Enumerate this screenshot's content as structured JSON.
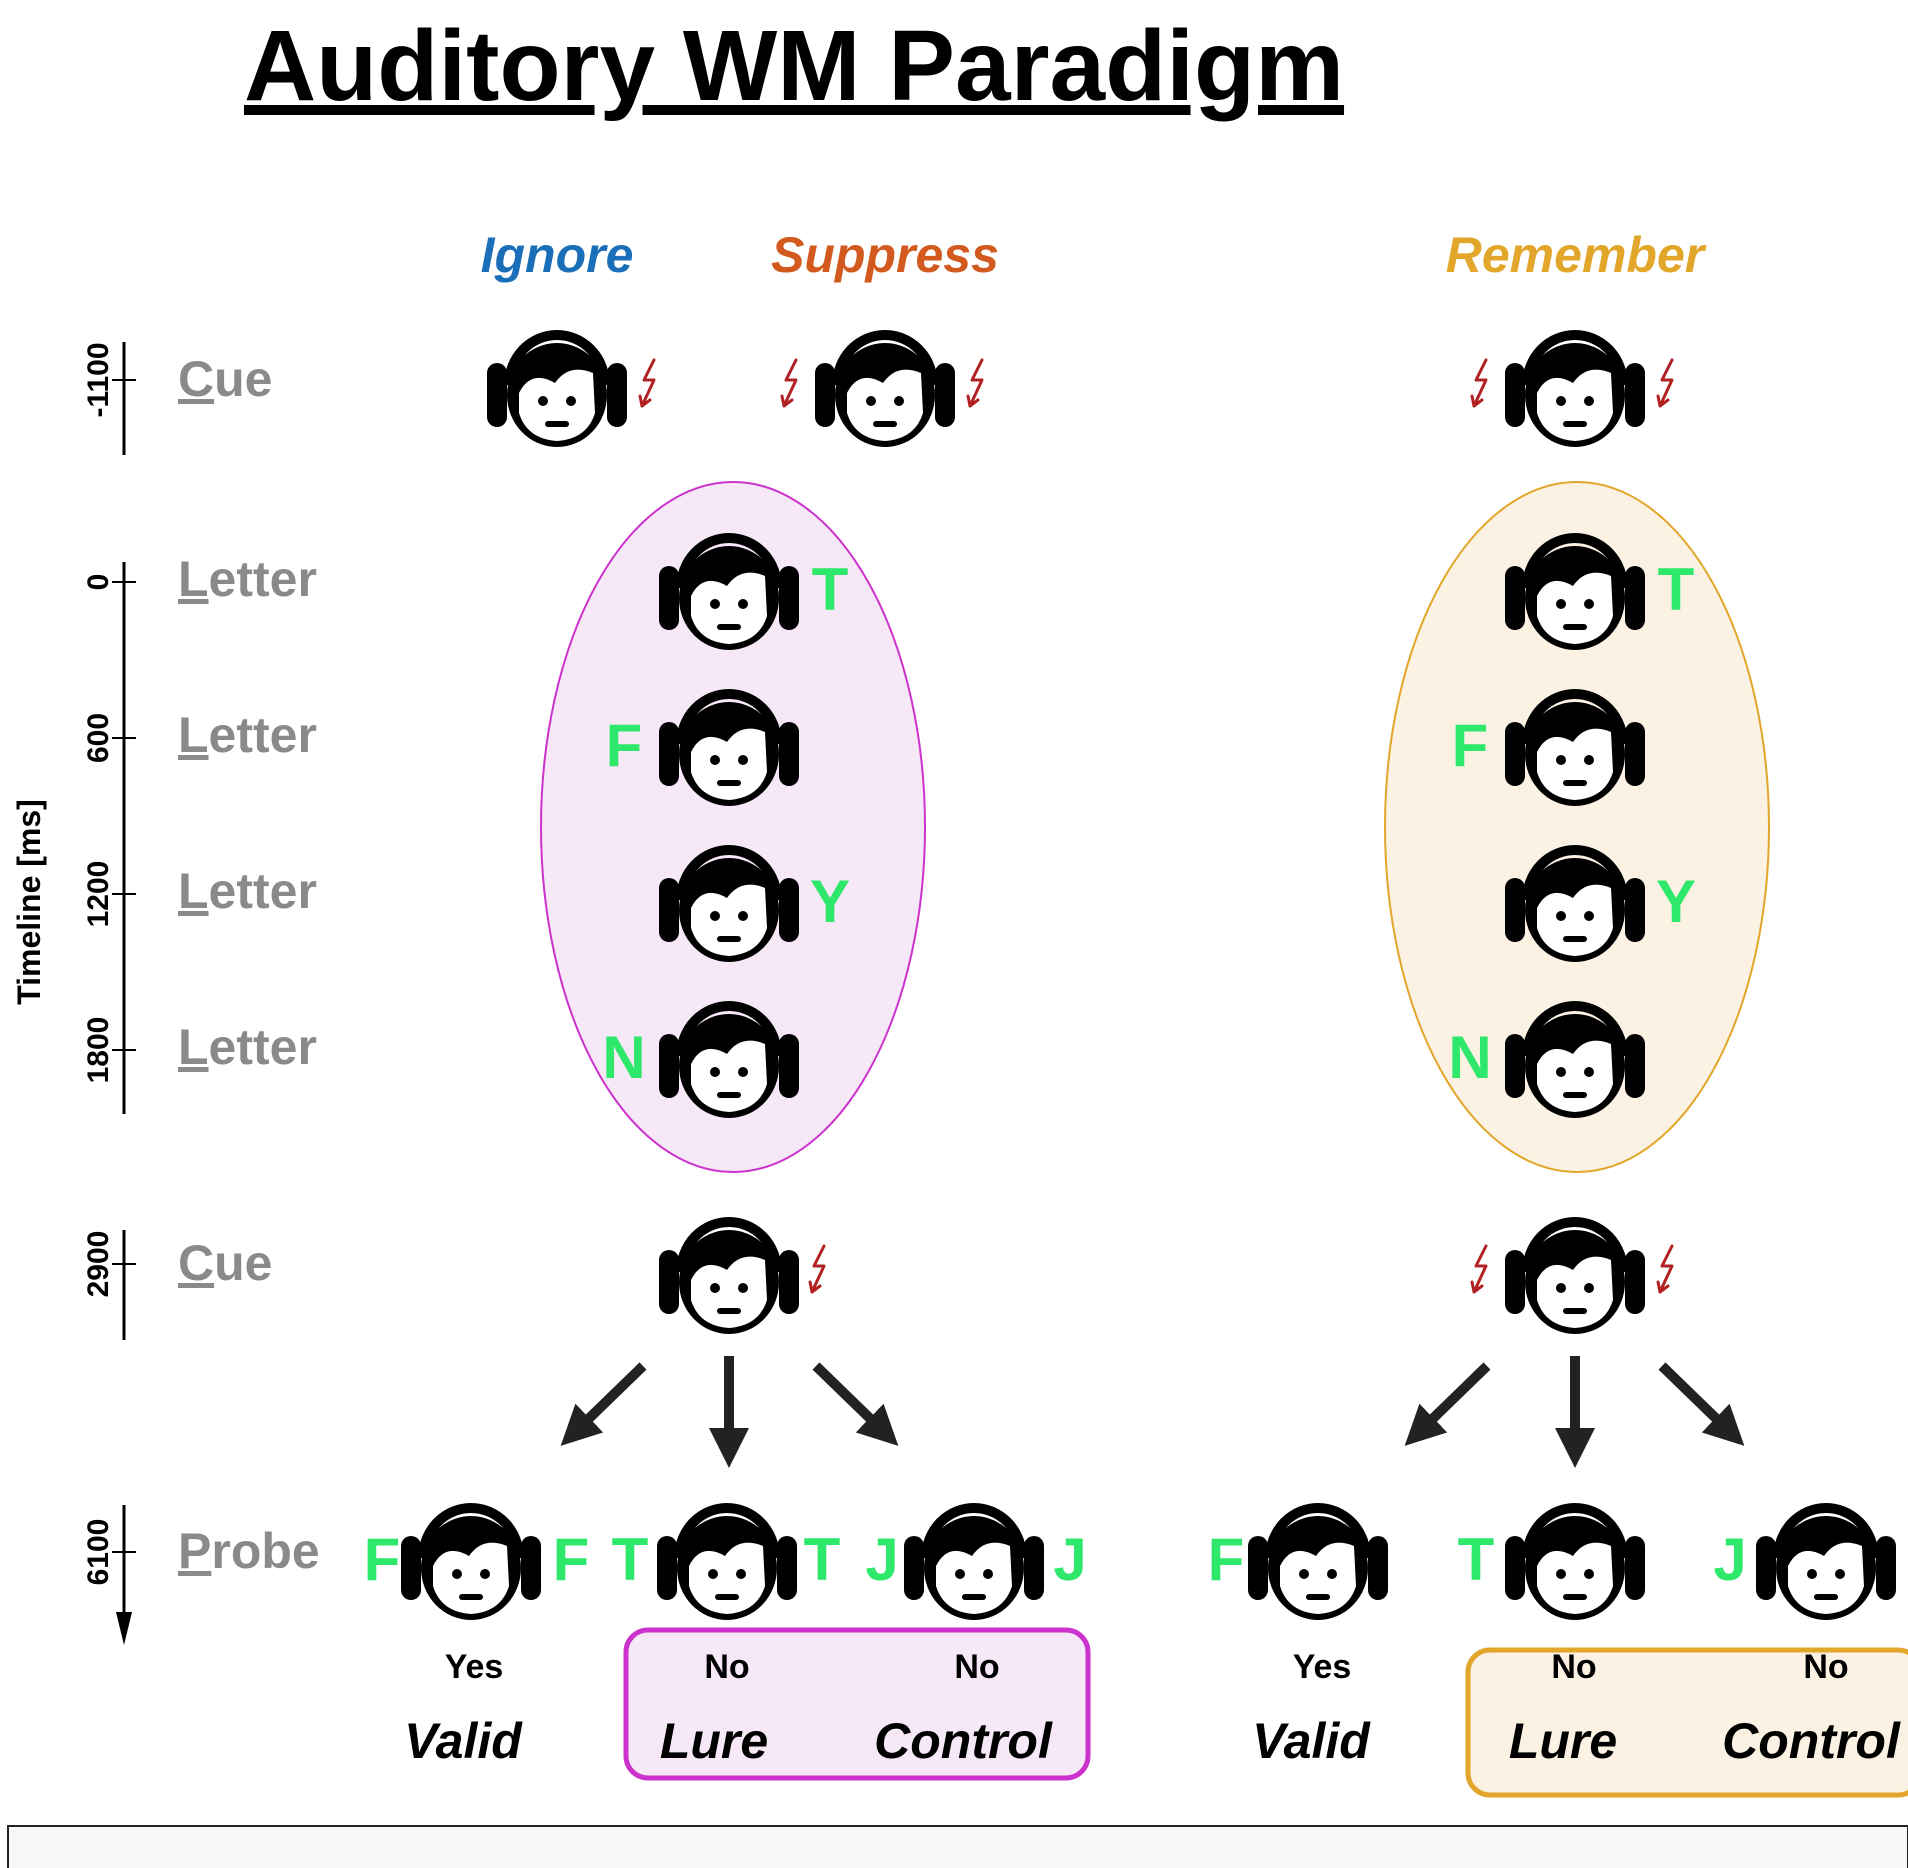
{
  "title": "Auditory WM Paradigm",
  "colors": {
    "ignore": "#1b6fb8",
    "suppress": "#d35a1e",
    "remember": "#e2a62a",
    "letter": "#2ee86b",
    "cue_bolt": "#b22222",
    "row_label": "#8a8a8a",
    "ignore_box_border": "#cc33cc",
    "ignore_box_fill": "#f7e8f7",
    "remember_box_border": "#e2a62a",
    "remember_box_fill": "#fbf2e4"
  },
  "conditions": {
    "ignore": "Ignore",
    "suppress": "Suppress",
    "remember": "Remember"
  },
  "axis": {
    "label": "Timeline [ms]",
    "ticks": [
      "-1100",
      "0",
      "600",
      "1200",
      "1800",
      "2900",
      "6100"
    ]
  },
  "rows": {
    "cue1": {
      "first": "C",
      "rest": "ue"
    },
    "letter1": {
      "first": "L",
      "rest": "etter"
    },
    "letter2": {
      "first": "L",
      "rest": "etter"
    },
    "letter3": {
      "first": "L",
      "rest": "etter"
    },
    "letter4": {
      "first": "L",
      "rest": "etter"
    },
    "cue2": {
      "first": "C",
      "rest": "ue"
    },
    "probe": {
      "first": "P",
      "rest": "robe"
    }
  },
  "letters": [
    "T",
    "F",
    "Y",
    "N"
  ],
  "probes": {
    "valid": {
      "letter": "F",
      "response": "Yes",
      "type": "Valid"
    },
    "lure": {
      "letter": "T",
      "response": "No",
      "type": "Lure"
    },
    "control": {
      "letter": "J",
      "response": "No",
      "type": "Control"
    }
  },
  "icons": [
    "headphones-face-icon",
    "lightning-bolt-icon",
    "arrow-icon"
  ]
}
